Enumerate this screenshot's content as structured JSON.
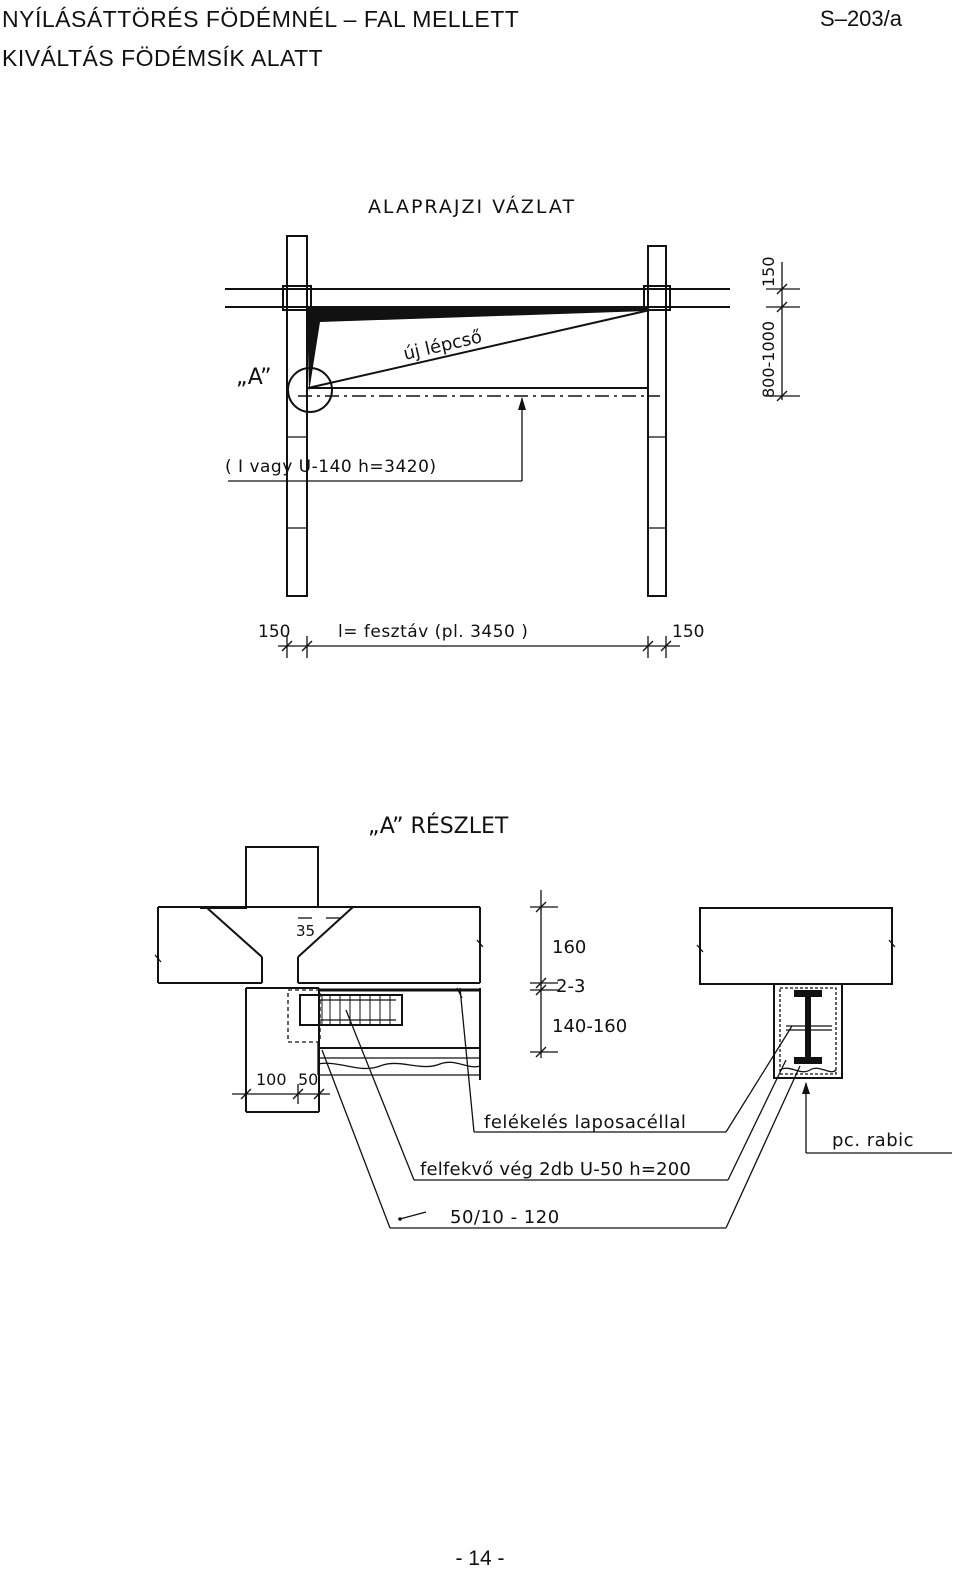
{
  "header": {
    "title_line1": "NYÍLÁSÁTTÖRÉS FÖDÉMNÉL – FAL MELLETT",
    "title_line2": "KIVÁLTÁS FÖDÉMSÍK ALATT",
    "sheet_code": "S–203/a"
  },
  "plan": {
    "title": "ALAPRAJZI VÁZLAT",
    "detail_marker": "„A”",
    "stair_label": "új lépcső",
    "beam_label": "( I vagy U-140  h=3420)",
    "dim_left_support": "150",
    "dim_span": "l= fesztáv   (pl. 3450 )",
    "dim_right_support": "150",
    "dim_vertical_range": "800-1000",
    "dim_vertical_top": "150"
  },
  "detail": {
    "title": "„A” RÉSZLET",
    "dim_35": "35",
    "dim_100": "100",
    "dim_50": "50",
    "dim_160": "160",
    "dim_2_3": "2-3",
    "dim_140_160": "140-160",
    "label_plaster": "felékelés laposacéllal",
    "label_bearing_end": "felfekvő vég 2db U-50  h=200",
    "label_flat": "50/10 - 120",
    "label_rabic": "pc. rabic"
  },
  "footer": {
    "page_number": "- 14 -"
  }
}
